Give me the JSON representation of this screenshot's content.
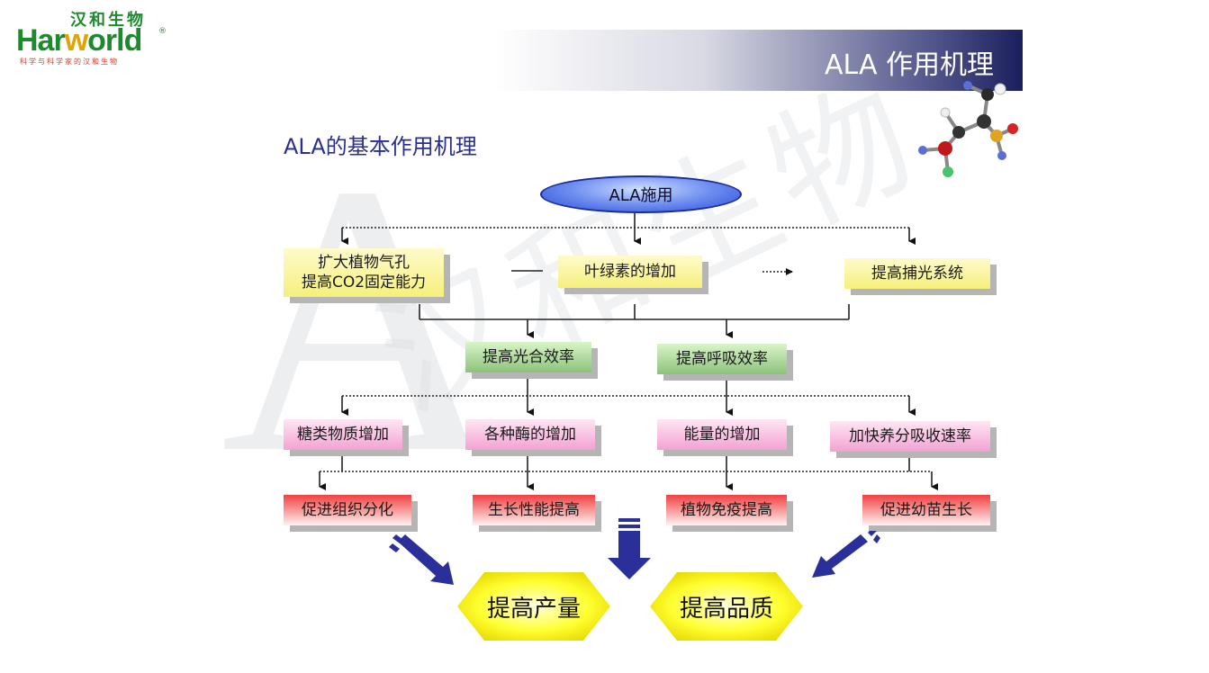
{
  "logo": {
    "cn": "汉和生物",
    "en_part1": "Har",
    "en_part2": "w",
    "en_part3": "orld",
    "registered": "®",
    "tagline": "科学与科学家的汉和生物"
  },
  "header": {
    "title": "ALA 作用机理"
  },
  "slide": {
    "subtitle": "ALA的基本作用机理"
  },
  "watermark": {
    "letter": "A",
    "text": "汉和生物"
  },
  "diagram": {
    "root": "ALA施用",
    "level1": [
      {
        "line1": "扩大植物气孔",
        "line2": "提高CO2固定能力"
      },
      {
        "line1": "叶绿素的增加",
        "line2": ""
      },
      {
        "line1": "提高捕光系统",
        "line2": ""
      }
    ],
    "level2": [
      "提高光合效率",
      "提高呼吸效率"
    ],
    "level3": [
      "糖类物质增加",
      "各种酶的增加",
      "能量的增加",
      "加快养分吸收速率"
    ],
    "level4": [
      "促进组织分化",
      "生长性能提高",
      "植物免疫提高",
      "促进幼苗生长"
    ],
    "outcomes": [
      "提高产量",
      "提高品质"
    ]
  },
  "colors": {
    "title_bar_dark": "#1a1f5c",
    "subtitle": "#2b2f8f",
    "logo_green": "#1e8a2e",
    "ellipse_blue": "#2a4ad8",
    "yellow_box": "#f5f07a",
    "green_box": "#8cc27a",
    "pink_box": "#f2a2d2",
    "red_box": "#f04040",
    "arrow_navy": "#2a2f9a",
    "hex_yellow": "#ffff00"
  }
}
